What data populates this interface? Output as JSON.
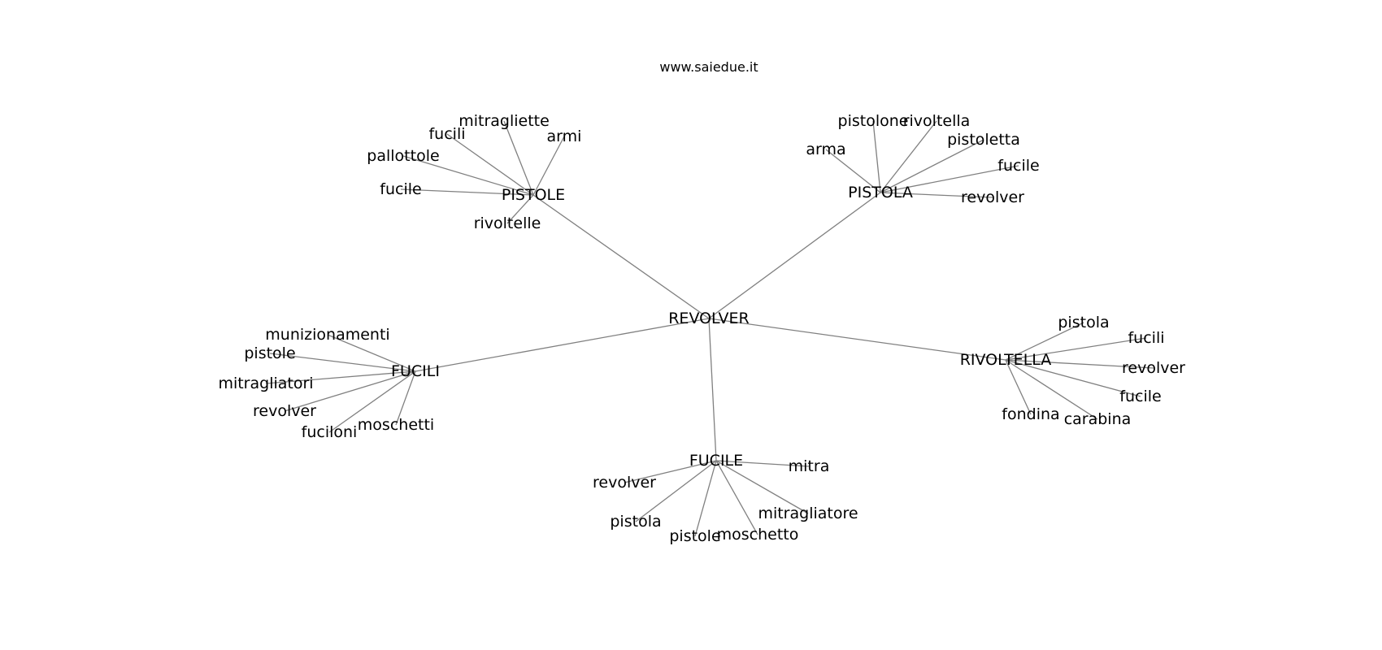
{
  "header": {
    "site": "www.saiedue.it"
  },
  "graph": {
    "center": "REVOLVER",
    "hubs": [
      {
        "id": "hub-pistole",
        "label": "PISTOLE",
        "children": [
          "mitragliette",
          "fucili",
          "armi",
          "pallottole",
          "fucile",
          "rivoltelle"
        ]
      },
      {
        "id": "hub-pistola",
        "label": "PISTOLA",
        "children": [
          "pistolone",
          "rivoltella",
          "arma",
          "pistoletta",
          "fucile",
          "revolver"
        ]
      },
      {
        "id": "hub-fucili",
        "label": "FUCILI",
        "children": [
          "munizionamenti",
          "pistole",
          "mitragliatori",
          "revolver",
          "fuciloni",
          "moschetti"
        ]
      },
      {
        "id": "hub-rivoltella",
        "label": "RIVOLTELLA",
        "children": [
          "pistola",
          "fucili",
          "revolver",
          "fucile",
          "fondina",
          "carabina"
        ]
      },
      {
        "id": "hub-fucile",
        "label": "FUCILE",
        "children": [
          "mitra",
          "revolver",
          "mitragliatore",
          "pistola",
          "pistole",
          "moschetto"
        ]
      }
    ]
  }
}
